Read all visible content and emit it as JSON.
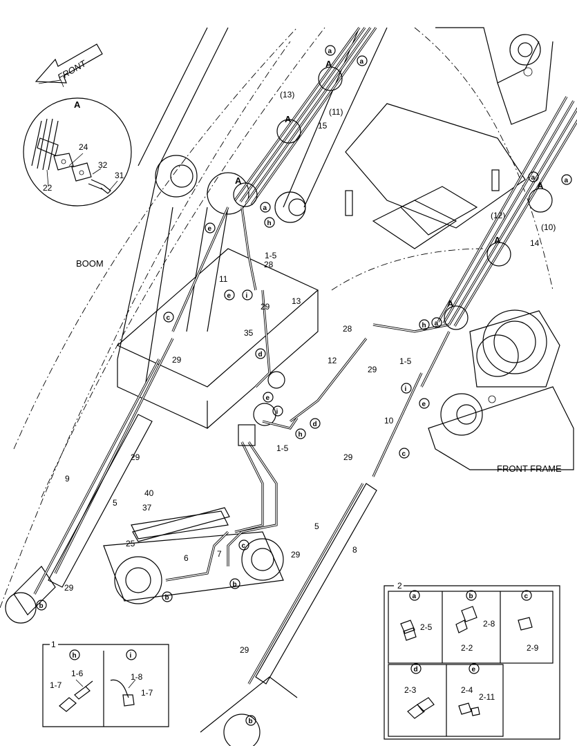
{
  "labels": {
    "front": "FRONT",
    "boom": "BOOM",
    "front_frame": "FRONT FRAME",
    "view_A": "A",
    "kit_1": "1",
    "kit_2": "2"
  },
  "callouts_letters": {
    "a": "a",
    "b": "b",
    "c": "c",
    "d": "d",
    "e": "e",
    "h": "h",
    "i": "i"
  },
  "part_numbers": {
    "p1_5": "1-5",
    "p1_6": "1-6",
    "p1_7": "1-7",
    "p1_8": "1-8",
    "p2_2": "2-2",
    "p2_3": "2-3",
    "p2_4": "2-4",
    "p2_5": "2-5",
    "p2_8": "2-8",
    "p2_9": "2-9",
    "p2_11": "2-11",
    "p5": "5",
    "p6": "6",
    "p7": "7",
    "p8": "8",
    "p9": "9",
    "p10": "10",
    "p10_paren": "(10)",
    "p11": "11",
    "p11_paren": "(11)",
    "p12": "12",
    "p12_paren": "(12)",
    "p13": "13",
    "p13_paren": "(13)",
    "p14": "14",
    "p15": "15",
    "p22": "22",
    "p24": "24",
    "p25": "25",
    "p28": "28",
    "p29": "29",
    "p31": "31",
    "p32": "32",
    "p35": "35",
    "p37": "37",
    "p40": "40"
  }
}
